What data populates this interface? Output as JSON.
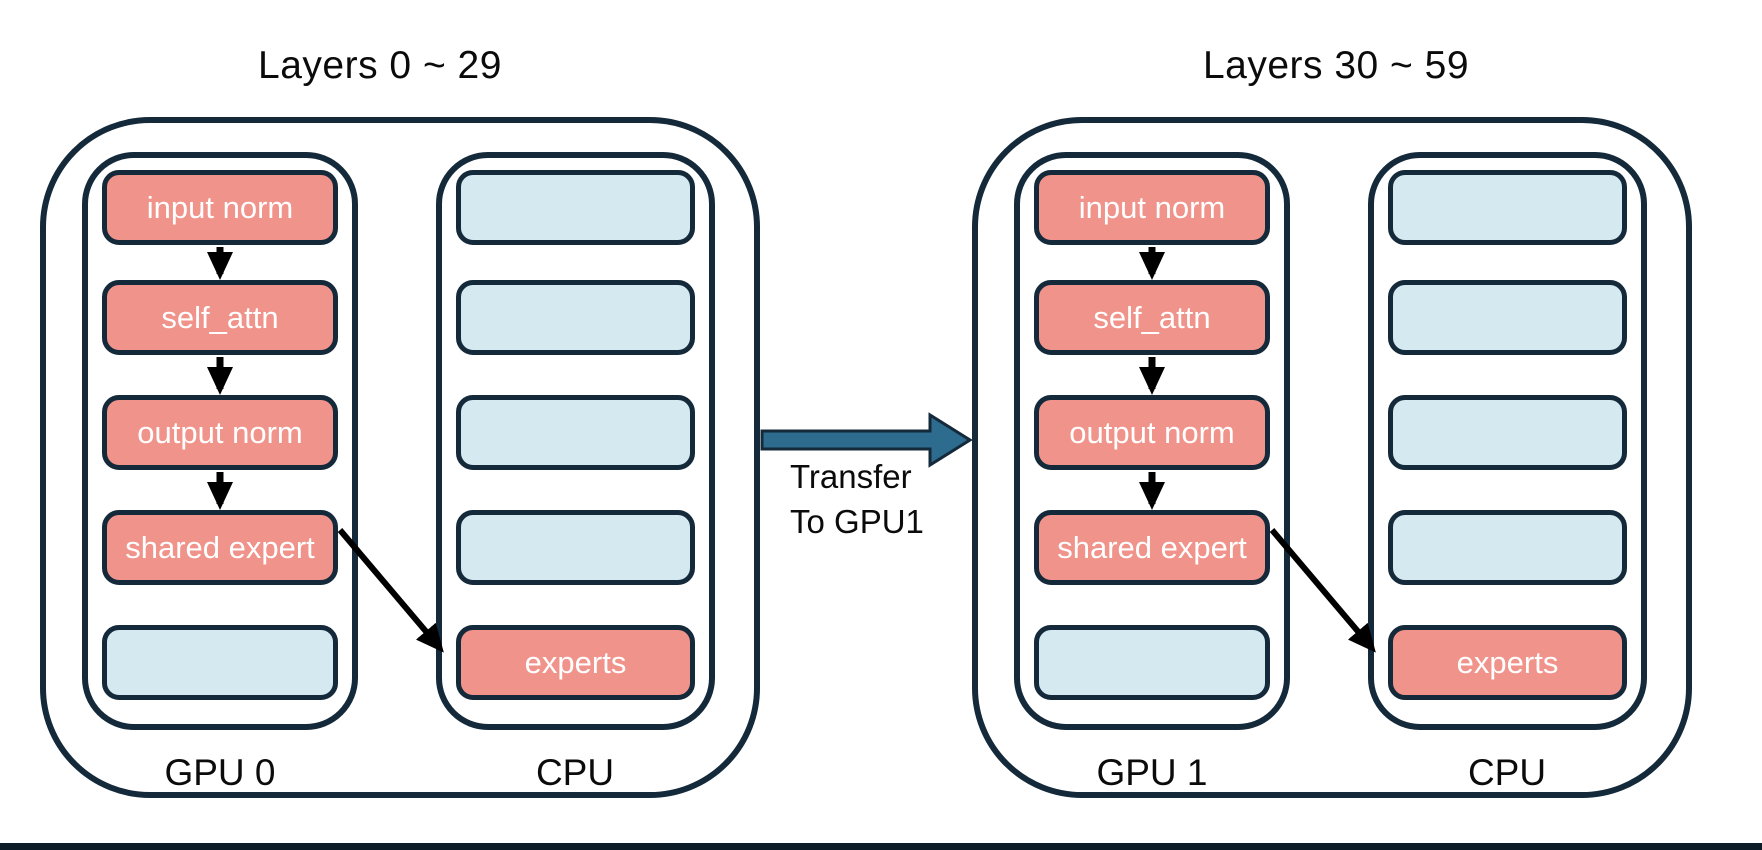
{
  "diagram": {
    "transfer_label": {
      "line1": "Transfer",
      "line2": "To GPU1"
    },
    "colors": {
      "module_fill": "#F0938A",
      "placeholder_fill": "#D4E9F0",
      "outline": "#14293A",
      "transfer_arrow_fill": "#2D6C8E",
      "flow_arrow": "#000000",
      "box_text": "#FFFFFF",
      "bottom_bar": "#0D1B26"
    },
    "groups": [
      {
        "title": "Layers 0 ~ 29",
        "devices": [
          {
            "label": "GPU 0",
            "rows": [
              {
                "label": "input norm",
                "type": "module"
              },
              {
                "label": "self_attn",
                "type": "module"
              },
              {
                "label": "output norm",
                "type": "module"
              },
              {
                "label": "shared expert",
                "type": "module"
              },
              {
                "label": "",
                "type": "placeholder"
              }
            ]
          },
          {
            "label": "CPU",
            "rows": [
              {
                "label": "",
                "type": "placeholder"
              },
              {
                "label": "",
                "type": "placeholder"
              },
              {
                "label": "",
                "type": "placeholder"
              },
              {
                "label": "",
                "type": "placeholder"
              },
              {
                "label": "experts",
                "type": "module"
              }
            ]
          }
        ]
      },
      {
        "title": "Layers 30 ~ 59",
        "devices": [
          {
            "label": "GPU 1",
            "rows": [
              {
                "label": "input norm",
                "type": "module"
              },
              {
                "label": "self_attn",
                "type": "module"
              },
              {
                "label": "output norm",
                "type": "module"
              },
              {
                "label": "shared expert",
                "type": "module"
              },
              {
                "label": "",
                "type": "placeholder"
              }
            ]
          },
          {
            "label": "CPU",
            "rows": [
              {
                "label": "",
                "type": "placeholder"
              },
              {
                "label": "",
                "type": "placeholder"
              },
              {
                "label": "",
                "type": "placeholder"
              },
              {
                "label": "",
                "type": "placeholder"
              },
              {
                "label": "experts",
                "type": "module"
              }
            ]
          }
        ]
      }
    ]
  }
}
